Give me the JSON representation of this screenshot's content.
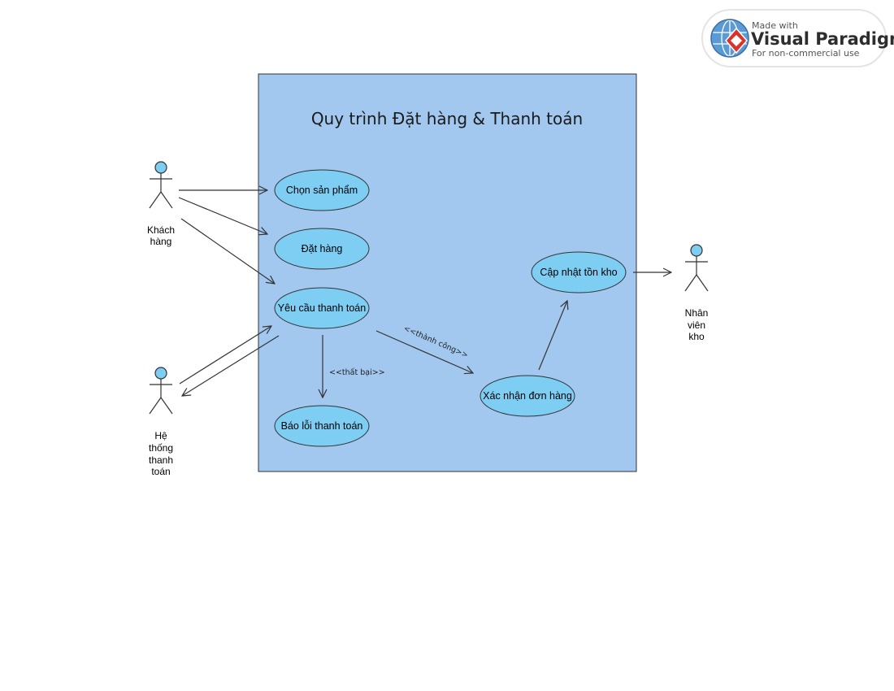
{
  "watermark": {
    "line1": "Made with",
    "brand": "Visual Paradigm",
    "line3": "For non-commercial use"
  },
  "system": {
    "title": "Quy trình Đặt hàng & Thanh toán"
  },
  "use_cases": {
    "chon_san_pham": "Chọn sản phẩm",
    "dat_hang": "Đặt hàng",
    "yeu_cau_thanh_toan": "Yêu cầu thanh toán",
    "bao_loi_thanh_toan": "Báo lỗi thanh toán",
    "xac_nhan_don_hang": "Xác nhận đơn hàng",
    "cap_nhat_ton_kho": "Cập nhật tồn kho"
  },
  "actors": {
    "khach_hang": [
      "Khách",
      "hàng"
    ],
    "he_thong_thanh_toan": [
      "Hệ",
      "thống",
      "thanh",
      "toán"
    ],
    "nhan_vien_kho": [
      "Nhân",
      "viên",
      "kho"
    ]
  },
  "stereotypes": {
    "that_bai": "<<thất bại>>",
    "thanh_cong": "<<thành công>>"
  },
  "colors": {
    "system_fill": "#a2c8f0",
    "use_case_fill": "#7ecdf3",
    "actor_head": "#7ecdf3",
    "line": "#333333"
  }
}
